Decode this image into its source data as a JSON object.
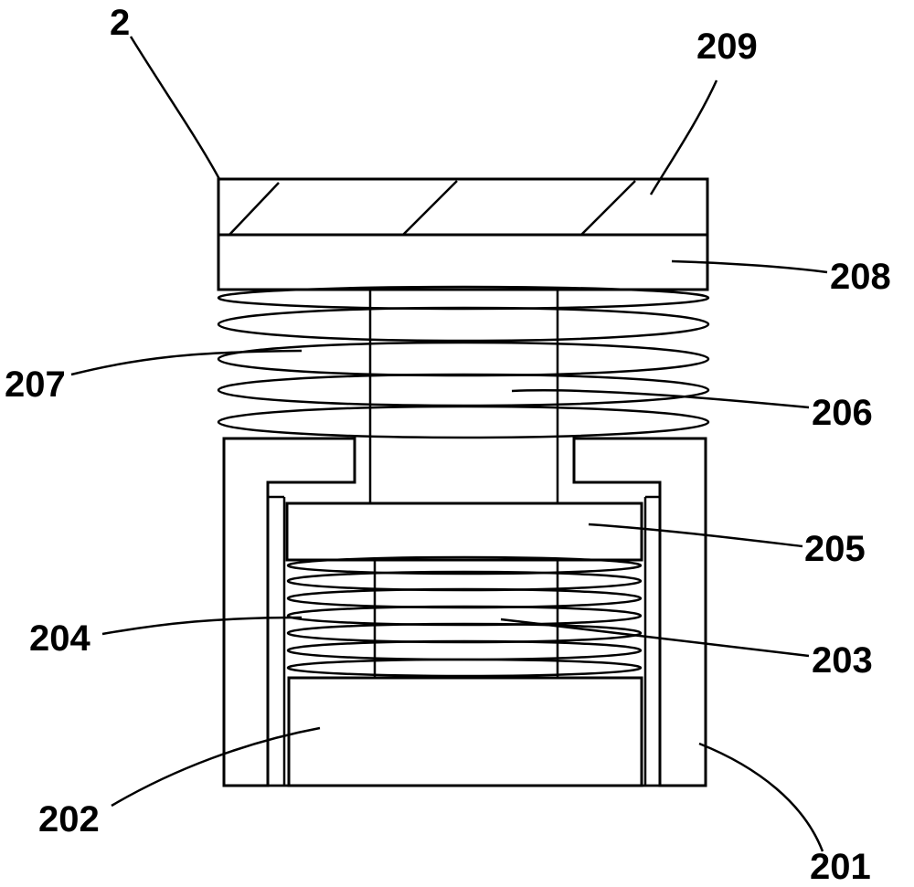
{
  "figure": {
    "labels": {
      "assembly": "2",
      "l201": "201",
      "l202": "202",
      "l203": "203",
      "l204": "204",
      "l205": "205",
      "l206": "206",
      "l207": "207",
      "l208": "208",
      "l209": "209"
    }
  }
}
